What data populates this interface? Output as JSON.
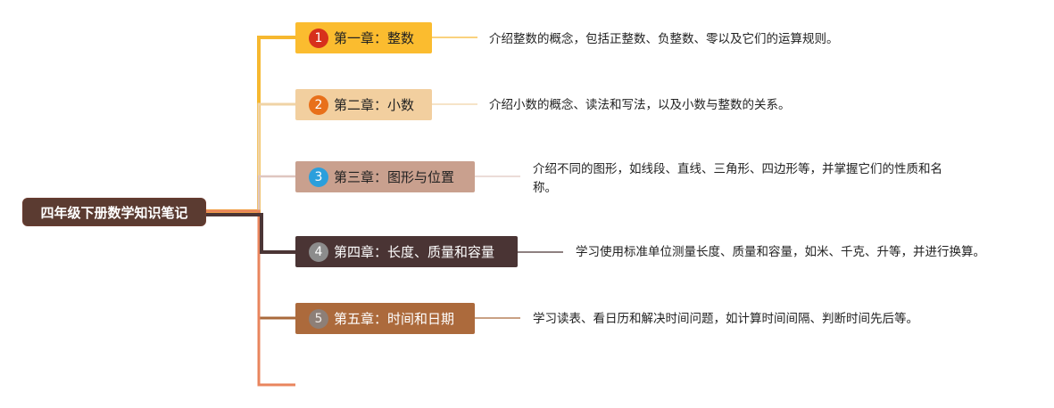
{
  "mindmap": {
    "root": {
      "title": "四年级下册数学知识笔记",
      "fill": "#5b3b31",
      "text_color": "#ffffff"
    },
    "chapters": [
      {
        "number": "1",
        "title": "第一章：整数",
        "description": "介绍整数的概念，包括正整数、负整数、零以及它们的运算规则。",
        "fill": "#fbbc2f",
        "text_color": "#222222",
        "badge_color": "#d7301c",
        "line_color": "#f6b830"
      },
      {
        "number": "2",
        "title": "第二章：小数",
        "description": "介绍小数的概念、读法和写法，以及小数与整数的关系。",
        "fill": "#f2cf9f",
        "text_color": "#222222",
        "badge_color": "#e8701a",
        "line_color": "#f0d3a6"
      },
      {
        "number": "3",
        "title": "第三章：图形与位置",
        "description": "介绍不同的图形，如线段、直线、三角形、四边形等，并掌握它们的性质和名称。",
        "fill": "#c9a08e",
        "text_color": "#222222",
        "badge_color": "#2b9fdc",
        "line_color": "#dfc6c0"
      },
      {
        "number": "4",
        "title": "第四章：长度、质量和容量",
        "description": "学习使用标准单位测量长度、质量和容量，如米、千克、升等，并进行换算。",
        "fill": "#4a3434",
        "text_color": "#ffffff",
        "badge_color": "#8c8c8c",
        "line_color": "#4b3535"
      },
      {
        "number": "5",
        "title": "第五章：时间和日期",
        "description": "学习读表、看日历和解决时间问题，如计算时间间隔、判断时间先后等。",
        "fill": "#ac6a3c",
        "text_color": "#ffffff",
        "badge_color": "#8d7f77",
        "line_color": "#a9693b"
      }
    ],
    "empty_branch": {
      "line_color": "#e9855e"
    }
  }
}
